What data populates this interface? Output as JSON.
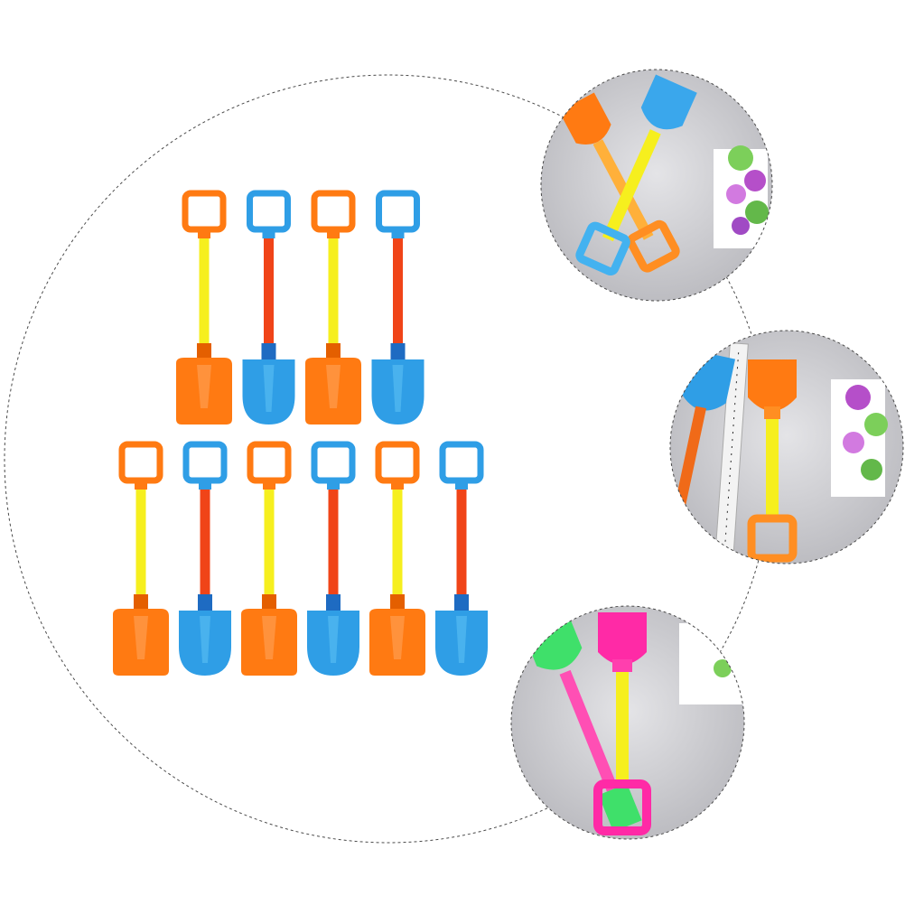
{
  "colors": {
    "background": "#ffffff",
    "dashed_outline": "#4a4a4a",
    "orange_head": "#ff7a12",
    "orange_head_dark": "#e45f00",
    "yellow_handle": "#f6ef1e",
    "blue_head": "#2f9ee6",
    "blue_head_light": "#5cc0f4",
    "red_handle": "#f04418",
    "navy_collar": "#1e6bc2",
    "photo_background": "#c9c9cd",
    "pink_head": "#ff2aa6",
    "green_head": "#3fe06a"
  },
  "product": {
    "item_count": 10,
    "rows": [
      [
        "orange",
        "blue",
        "orange",
        "blue"
      ],
      [
        "orange",
        "blue",
        "orange",
        "blue",
        "orange",
        "blue"
      ]
    ]
  },
  "detail_photos": [
    {
      "icon": "crossed-shovels-photo-icon",
      "shovels": [
        "orange",
        "blue"
      ]
    },
    {
      "icon": "measuring-tape-photo-icon",
      "shovels": [
        "blue",
        "orange"
      ]
    },
    {
      "icon": "pink-green-shovels-photo-icon",
      "shovels": [
        "green",
        "pink"
      ]
    }
  ]
}
